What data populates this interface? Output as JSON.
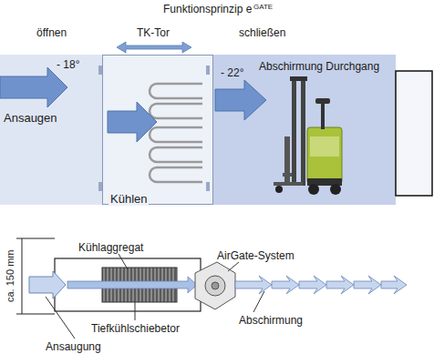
{
  "diagram": {
    "title": "Funktionsprinzip e",
    "nodes": [
      {
        "text": [
          "Kühlen"
        ]
      }
    ],
    "labels": [
      "öffnen",
      "TK-Tor",
      "schließen",
      "Abschirmung Durchgang",
      "- 18°",
      "Ansaugen",
      "- 22°",
      "ca. 150 mm",
      "Kühlaggregat",
      "AirGate-System",
      "Tiefkühlschiebetor",
      "Ansaugung",
      "Abschirmung",
      "GATE"
    ]
  }
}
